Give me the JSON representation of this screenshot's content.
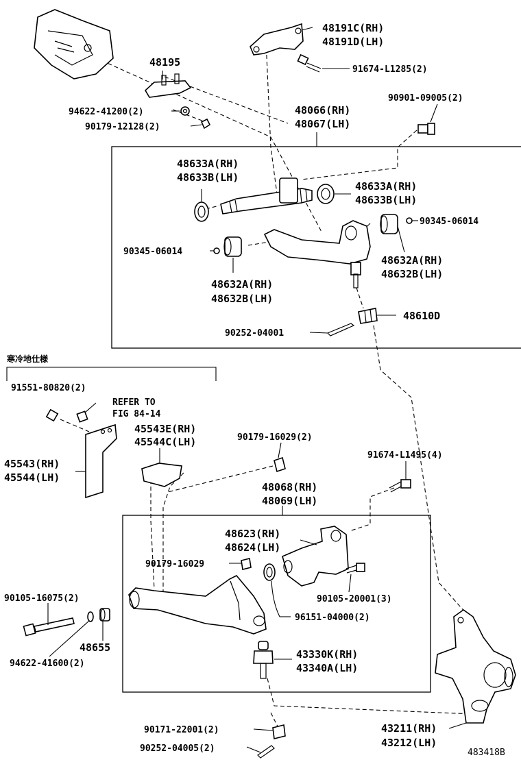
{
  "diagram_id": "483418B",
  "cold_spec_note": "寒冷地仕様",
  "refer_note": {
    "line1": "REFER TO",
    "line2": "FIG 84-14"
  },
  "labels": {
    "p48191": {
      "l1": "48191C(RH)",
      "l2": "48191D(LH)"
    },
    "p48195": "48195",
    "p91674a": "91674-L1285(2)",
    "p94622a": "94622-41200(2)",
    "p90179a": "90179-12128(2)",
    "p90901": "90901-09005(2)",
    "p48066": {
      "l1": "48066(RH)",
      "l2": "48067(LH)"
    },
    "p48633L": {
      "l1": "48633A(RH)",
      "l2": "48633B(LH)"
    },
    "p48633R": {
      "l1": "48633A(RH)",
      "l2": "48633B(LH)"
    },
    "p90345R": "90345-06014",
    "p90345L": "90345-06014",
    "p48632R": {
      "l1": "48632A(RH)",
      "l2": "48632B(LH)"
    },
    "p48632L": {
      "l1": "48632A(RH)",
      "l2": "48632B(LH)"
    },
    "p48610": "48610D",
    "p90252a": "90252-04001",
    "p91551": "91551-80820(2)",
    "p45543E": {
      "l1": "45543E(RH)",
      "l2": "45544C(LH)"
    },
    "p45543": {
      "l1": "45543(RH)",
      "l2": "45544(LH)"
    },
    "p90179b": "90179-16029(2)",
    "p91674b": "91674-L1495(4)",
    "p48068": {
      "l1": "48068(RH)",
      "l2": "48069(LH)"
    },
    "p48623": {
      "l1": "48623(RH)",
      "l2": "48624(LH)"
    },
    "p90179c": "90179-16029",
    "p90105a": "90105-16075(2)",
    "p90105b": "90105-20001(3)",
    "p96151": "96151-04000(2)",
    "p48655": "48655",
    "p94622b": "94622-41600(2)",
    "p43330": {
      "l1": "43330K(RH)",
      "l2": "43340A(LH)"
    },
    "p90171": "90171-22001(2)",
    "p90252b": "90252-04005(2)",
    "p43211": {
      "l1": "43211(RH)",
      "l2": "43212(LH)"
    }
  }
}
